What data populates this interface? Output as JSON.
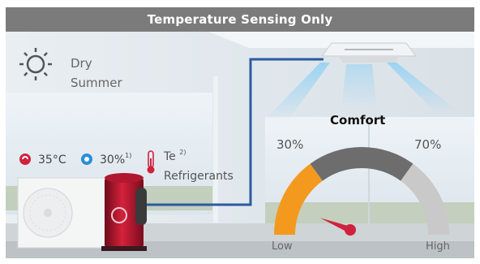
{
  "title": "Temperature Sensing Only",
  "condition": {
    "line1": "Dry",
    "line2": "Summer",
    "icon": "sun-icon"
  },
  "outdoor_temp": {
    "value": "35°C",
    "icon": "thermometer-red-icon",
    "color": "#d0213f"
  },
  "humidity": {
    "value": "30%",
    "footnote": "1)",
    "icon": "water-drop-icon",
    "color": "#2a8fd6"
  },
  "te": {
    "label": "Te",
    "footnote": "2)",
    "icon": "thermometer-icon"
  },
  "refrigerants_label": "Refrigerants",
  "gauge": {
    "title": "Comfort",
    "left_mark": "30%",
    "right_mark": "70%",
    "low_label": "Low",
    "high_label": "High",
    "needle_level": 0.12,
    "colors": {
      "low_zone": "#f39a1e",
      "comfort_zone": "#6d6d6d",
      "high_zone": "#c9c9c9",
      "needle": "#d0213f",
      "pipe": "#2c5aa0"
    }
  }
}
